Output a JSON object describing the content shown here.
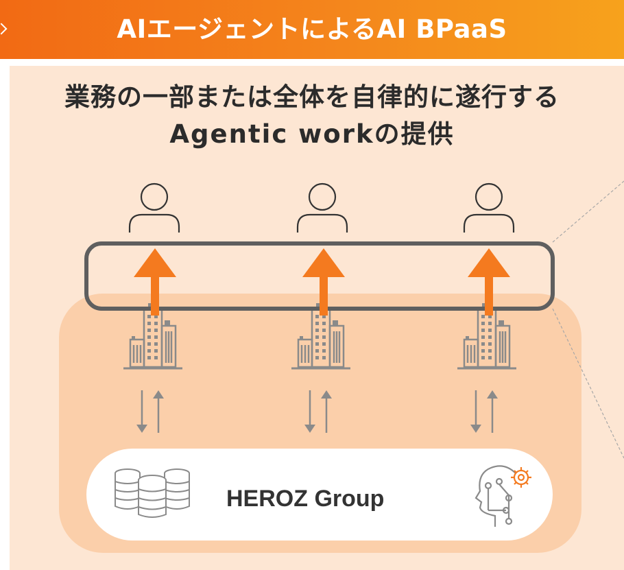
{
  "banner": {
    "title": "AIエージェントによるAI BPaaS"
  },
  "headline": {
    "line1": "業務の一部または全体を自律的に遂行する",
    "line2": "Agentic workの提供"
  },
  "hub": {
    "label": "HEROZ Group",
    "left_icon": "database-stack-icon",
    "right_icon": "ai-brain-gear-icon"
  },
  "nodes": [
    {
      "user_icon": "user-icon",
      "arrow_icon": "up-arrow-icon",
      "company_icon": "office-buildings-icon",
      "exchange_icon": "bidirectional-arrows-icon"
    },
    {
      "user_icon": "user-icon",
      "arrow_icon": "up-arrow-icon",
      "company_icon": "office-buildings-icon",
      "exchange_icon": "bidirectional-arrows-icon"
    },
    {
      "user_icon": "user-icon",
      "arrow_icon": "up-arrow-icon",
      "company_icon": "office-buildings-icon",
      "exchange_icon": "bidirectional-arrows-icon"
    }
  ],
  "colors": {
    "banner_start": "#f26a14",
    "banner_end": "#f7a21c",
    "panel": "#fde6d3",
    "inner_panel": "#fbcfaa",
    "accent_arrow": "#f47a1f",
    "frame": "#5f5f5f"
  }
}
